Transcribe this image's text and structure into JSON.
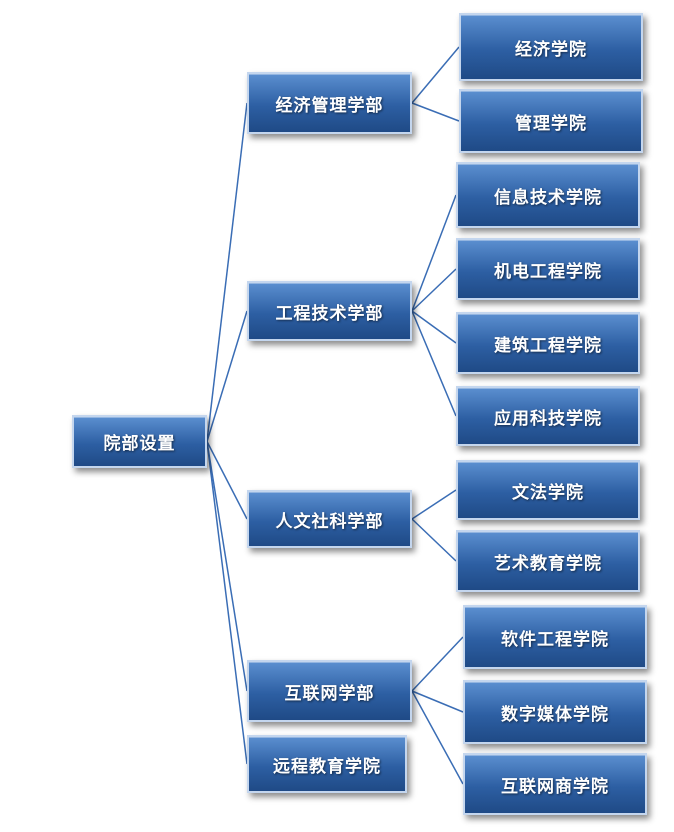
{
  "root": {
    "label": "院部设置"
  },
  "divisions": [
    {
      "label": "经济管理学部",
      "children": [
        {
          "label": "经济学院"
        },
        {
          "label": "管理学院"
        }
      ]
    },
    {
      "label": "工程技术学部",
      "children": [
        {
          "label": "信息技术学院"
        },
        {
          "label": "机电工程学院"
        },
        {
          "label": "建筑工程学院"
        },
        {
          "label": "应用科技学院"
        }
      ]
    },
    {
      "label": "人文社科学部",
      "children": [
        {
          "label": "文法学院"
        },
        {
          "label": "艺术教育学院"
        }
      ]
    },
    {
      "label": "互联网学部",
      "children": [
        {
          "label": "软件工程学院"
        },
        {
          "label": "数字媒体学院"
        },
        {
          "label": "互联网商学院"
        }
      ]
    },
    {
      "label": "远程教育学院",
      "children": []
    }
  ],
  "colors": {
    "box_top": "#5b8fd0",
    "box_bottom": "#1f4a86",
    "border": "#c4d6ee",
    "connector": "#3a6db5"
  }
}
